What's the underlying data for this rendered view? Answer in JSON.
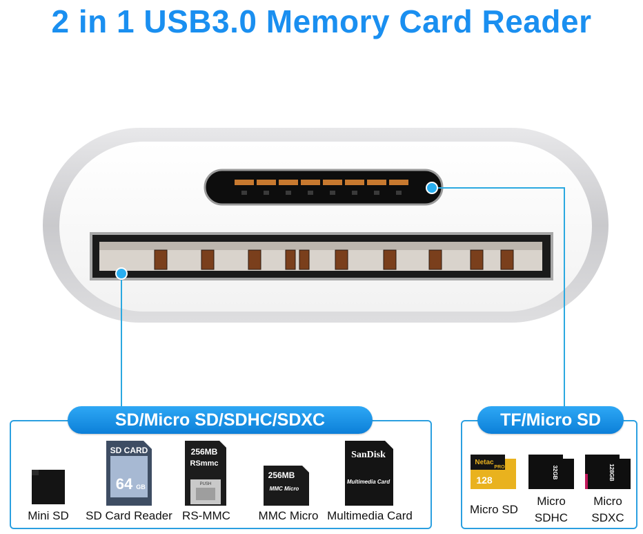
{
  "title": "2 in 1 USB3.0 Memory Card Reader",
  "colors": {
    "accent": "#1a8ff0",
    "panel_border": "#2a9fe0",
    "pill": "#1290e8"
  },
  "sd_panel": {
    "heading": "SD/Micro SD/SDHC/SDXC",
    "cards": [
      {
        "label": "Mini SD",
        "icon": "mini-sd-card-icon"
      },
      {
        "label": "SD Card Reader",
        "icon": "sd-card-icon",
        "card_top": "SD CARD",
        "card_capacity": "64",
        "card_unit": "GB"
      },
      {
        "label": "RS-MMC",
        "icon": "rs-mmc-card-icon",
        "card_top": "256MB",
        "card_sub": "RSmmc",
        "card_push": "PUSH"
      },
      {
        "label": "MMC Micro",
        "icon": "mmc-micro-card-icon",
        "card_top": "256MB",
        "card_sub": "MMC Micro"
      },
      {
        "label": "Multimedia Card",
        "icon": "multimedia-card-icon",
        "card_brand": "SanDisk",
        "card_sub": "Multimedia Card"
      }
    ]
  },
  "tf_panel": {
    "heading": "TF/Micro SD",
    "cards": [
      {
        "label": "Micro SD",
        "icon": "micro-sd-card-icon",
        "card_brand": "Netac",
        "card_badge": "PRO",
        "card_capacity": "128"
      },
      {
        "label": "Micro\nSDHC",
        "label_lines": [
          "Micro",
          "SDHC"
        ],
        "icon": "micro-sdhc-card-icon",
        "card_capacity": "32GB"
      },
      {
        "label": "Micro\nSDXC",
        "label_lines": [
          "Micro",
          "SDXC"
        ],
        "icon": "micro-sdxc-card-icon",
        "card_capacity": "128GB"
      }
    ]
  }
}
